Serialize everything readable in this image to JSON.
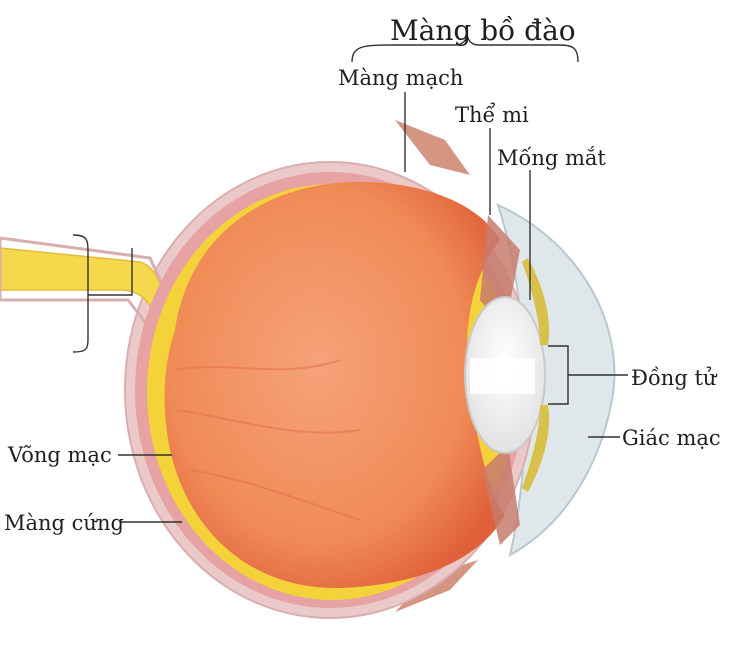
{
  "title_label": "Màng bồ đào",
  "labels": {
    "choroid": "Màng mạch",
    "ciliary_body": "Thể mi",
    "iris": "Mống mắt",
    "pupil": "Đồng tử",
    "cornea": "Giác mạc",
    "retina": "Võng mạc",
    "sclera": "Màng cứng"
  },
  "colors": {
    "vitreous": "#f08b56",
    "vitreous_dark": "#e0603a",
    "retina": "#f4d23a",
    "choroid": "#e7a3a3",
    "sclera": "#ecc9c9",
    "optic_nerve": "#f6d84c",
    "lens": "#eeeeee",
    "cornea": "#dfe7ea",
    "muscle": "#c7715a"
  }
}
